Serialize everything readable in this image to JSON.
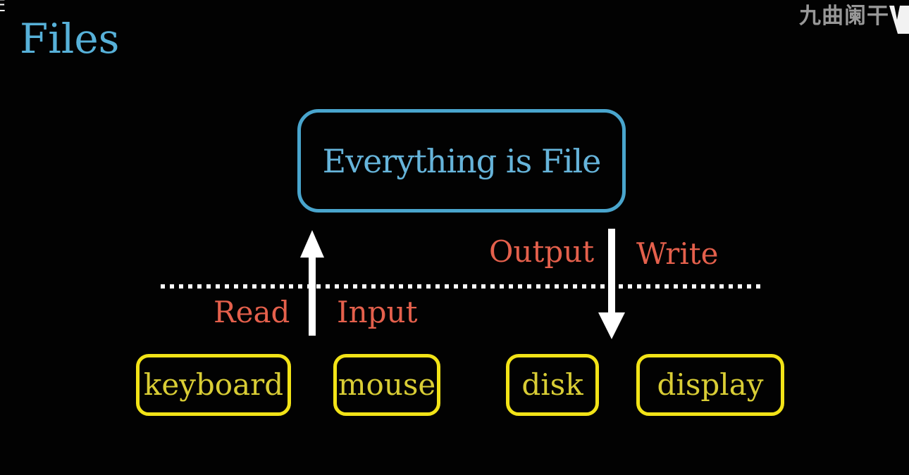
{
  "title": {
    "text": "Files"
  },
  "watermark": {
    "text": "九曲阑干"
  },
  "artifacts": {
    "corner_glyph": "E"
  },
  "main_box": {
    "label": "Everything is File"
  },
  "labels": {
    "read": "Read",
    "input": "Input",
    "output": "Output",
    "write": "Write"
  },
  "devices": [
    {
      "label": "keyboard"
    },
    {
      "label": "mouse"
    },
    {
      "label": "disk"
    },
    {
      "label": "display"
    }
  ],
  "colors": {
    "background": "#020202",
    "title_blue": "#57b1d9",
    "box_border_blue": "#49a5cd",
    "box_text_blue": "#66b4da",
    "label_red": "#e4604c",
    "device_border_yellow": "#f2e317",
    "device_text_yellow": "#d9cd35",
    "arrow_white": "#ffffff",
    "watermark_gray": "#989898"
  }
}
